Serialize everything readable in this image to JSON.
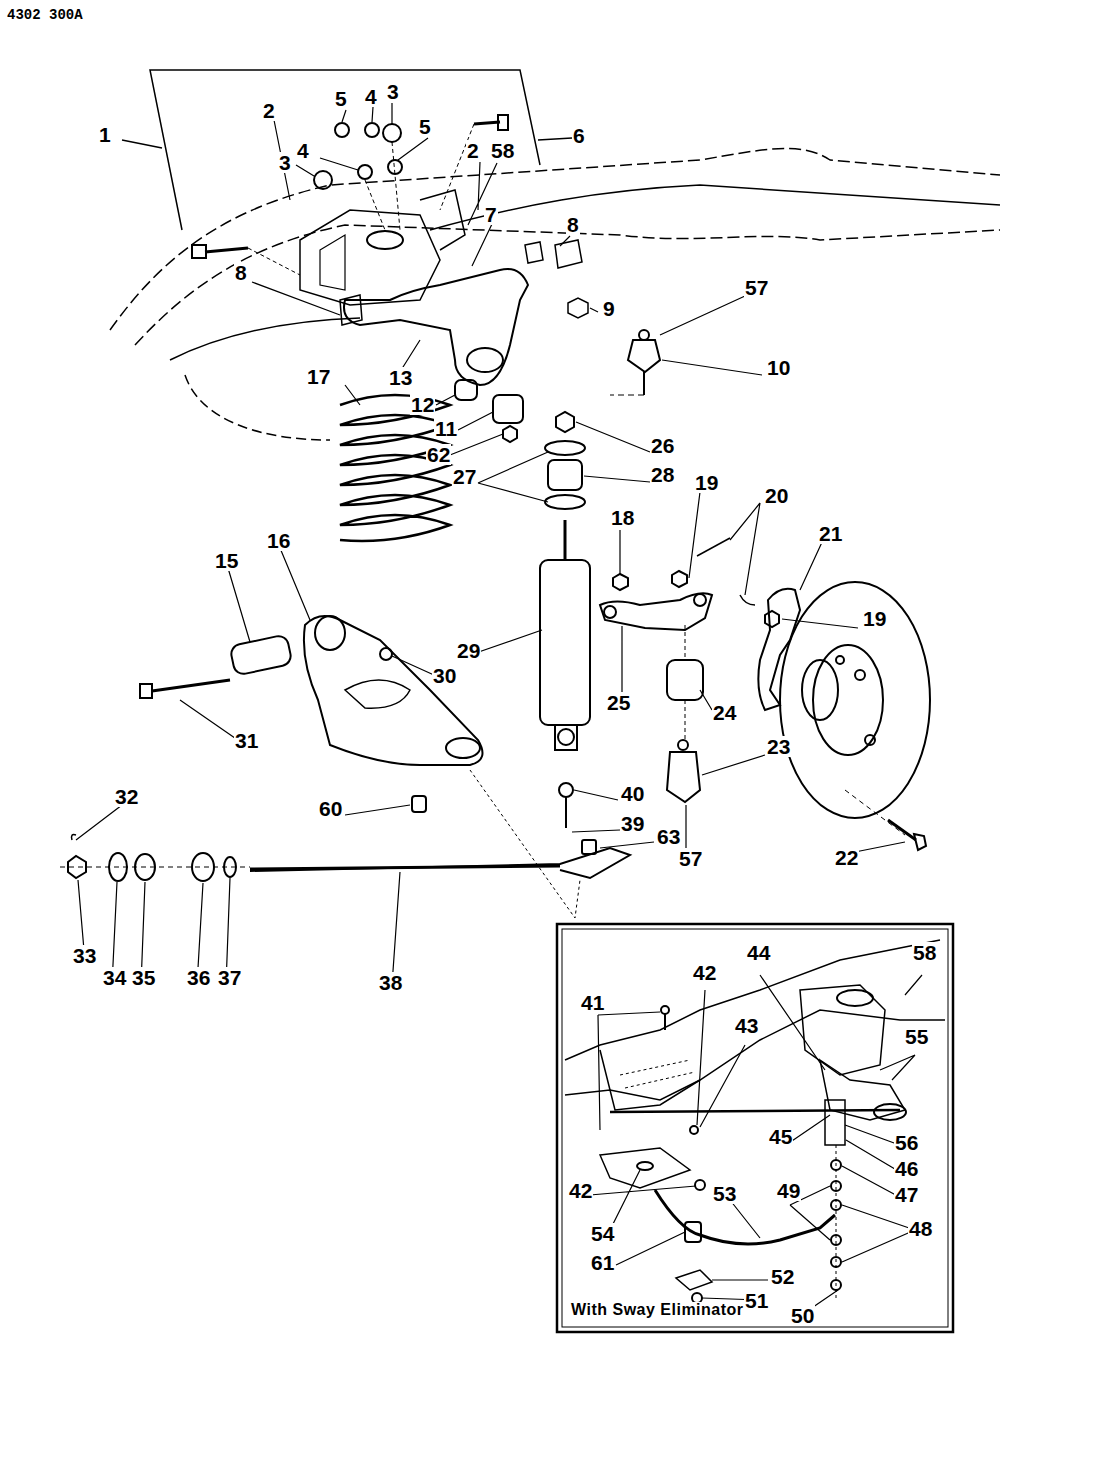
{
  "diagram": {
    "labels": [
      "4302 300A",
      "1",
      "2",
      "5",
      "4",
      "3",
      "4",
      "3",
      "5",
      "6",
      "2",
      "58",
      "8",
      "7",
      "8",
      "9",
      "57",
      "10",
      "17",
      "13",
      "12",
      "11",
      "62",
      "26",
      "27",
      "28",
      "19",
      "20",
      "21",
      "16",
      "15",
      "18",
      "19",
      "29",
      "30",
      "25",
      "24",
      "31",
      "23",
      "32",
      "40",
      "39",
      "63",
      "60",
      "57",
      "22",
      "33",
      "34",
      "35",
      "36",
      "37",
      "38",
      "44",
      "58",
      "42",
      "41",
      "43",
      "55",
      "45",
      "56",
      "42",
      "46",
      "49",
      "47",
      "53",
      "48",
      "54",
      "61",
      "52",
      "51",
      "50",
      "With Sway Eliminator"
    ]
  }
}
